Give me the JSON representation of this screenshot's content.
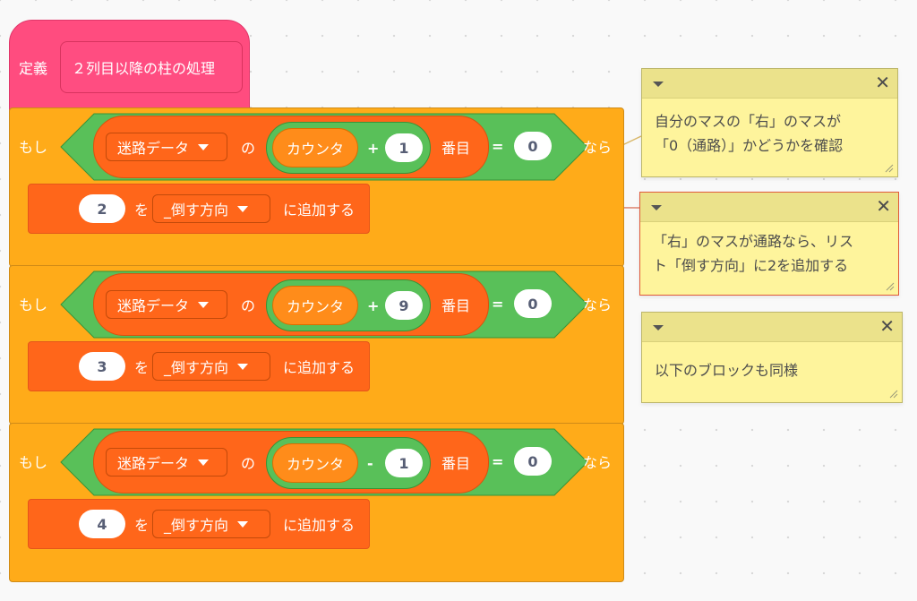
{
  "define": {
    "label": "定義",
    "name": "２列目以降の柱の処理"
  },
  "if_blocks": [
    {
      "if_label": "もし",
      "list_name": "迷路データ",
      "of": "の",
      "var": "カウンタ",
      "op": "+",
      "offset": "1",
      "item": "番目",
      "eq": "=",
      "value": "0",
      "then": "なら",
      "cmd_value": "2",
      "cmd_wo": "を",
      "cmd_list": "_倒す方向",
      "cmd_add": "に追加する"
    },
    {
      "if_label": "もし",
      "list_name": "迷路データ",
      "of": "の",
      "var": "カウンタ",
      "op": "+",
      "offset": "9",
      "item": "番目",
      "eq": "=",
      "value": "0",
      "then": "なら",
      "cmd_value": "3",
      "cmd_wo": "を",
      "cmd_list": "_倒す方向",
      "cmd_add": "に追加する"
    },
    {
      "if_label": "もし",
      "list_name": "迷路データ",
      "of": "の",
      "var": "カウンタ",
      "op": "-",
      "offset": "1",
      "item": "番目",
      "eq": "=",
      "value": "0",
      "then": "なら",
      "cmd_value": "4",
      "cmd_wo": "を",
      "cmd_list": "_倒す方向",
      "cmd_add": "に追加する"
    }
  ],
  "comments": [
    {
      "line1": "自分のマスの「右」のマスが",
      "line2": "「0（通路）」かどうかを確認",
      "close": "✕"
    },
    {
      "line1": "「右」のマスが通路なら、リス",
      "line2": "ト「倒す方向」に2を追加する",
      "close": "✕"
    },
    {
      "line1": "以下のブロックも同様",
      "line2": "",
      "close": "✕"
    }
  ]
}
